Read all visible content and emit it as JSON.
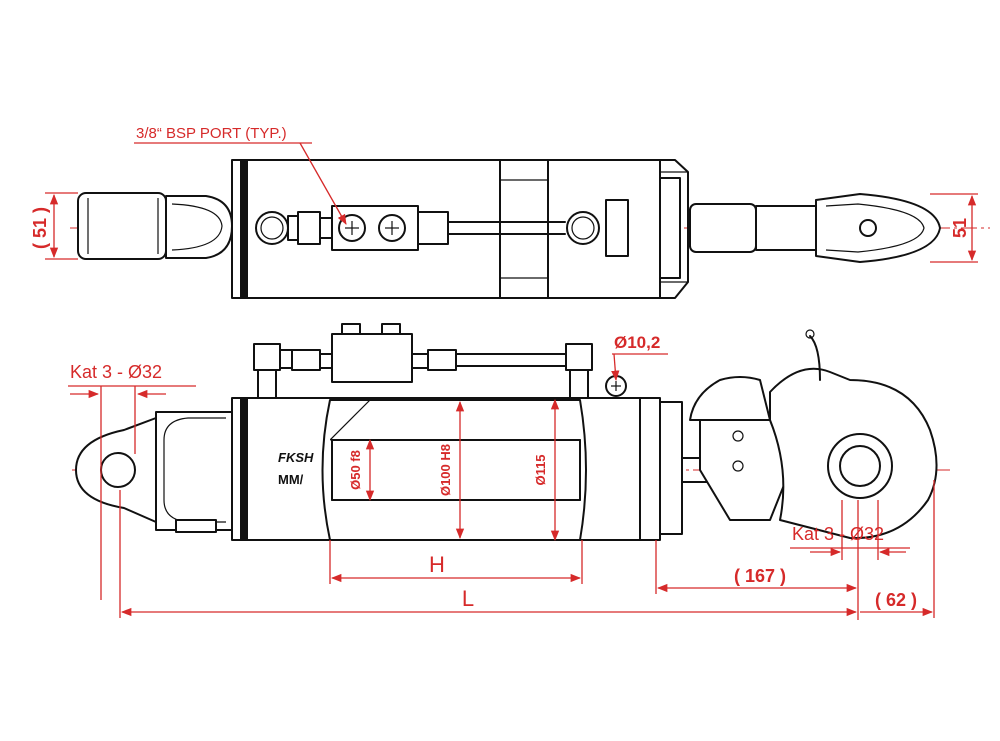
{
  "colors": {
    "dimension": "#d62a2a",
    "outline": "#111111",
    "background": "#ffffff"
  },
  "labels": {
    "port_note": "3/8“ BSP PORT (TYP.)",
    "dim_51_left": "( 51 )",
    "dim_51_right": "51",
    "kat_left": "Kat 3 - Ø32",
    "kat_right": "Kat 3 - Ø32",
    "dia_10_2": "Ø10,2",
    "dia_50": "Ø50 f8",
    "dia_100": "Ø100 H8",
    "dia_115": "Ø115",
    "dim_h": "H",
    "dim_l": "L",
    "dim_167": "( 167 )",
    "dim_62": "( 62 )",
    "brand_1": "FKSH",
    "brand_2": "MM/"
  }
}
